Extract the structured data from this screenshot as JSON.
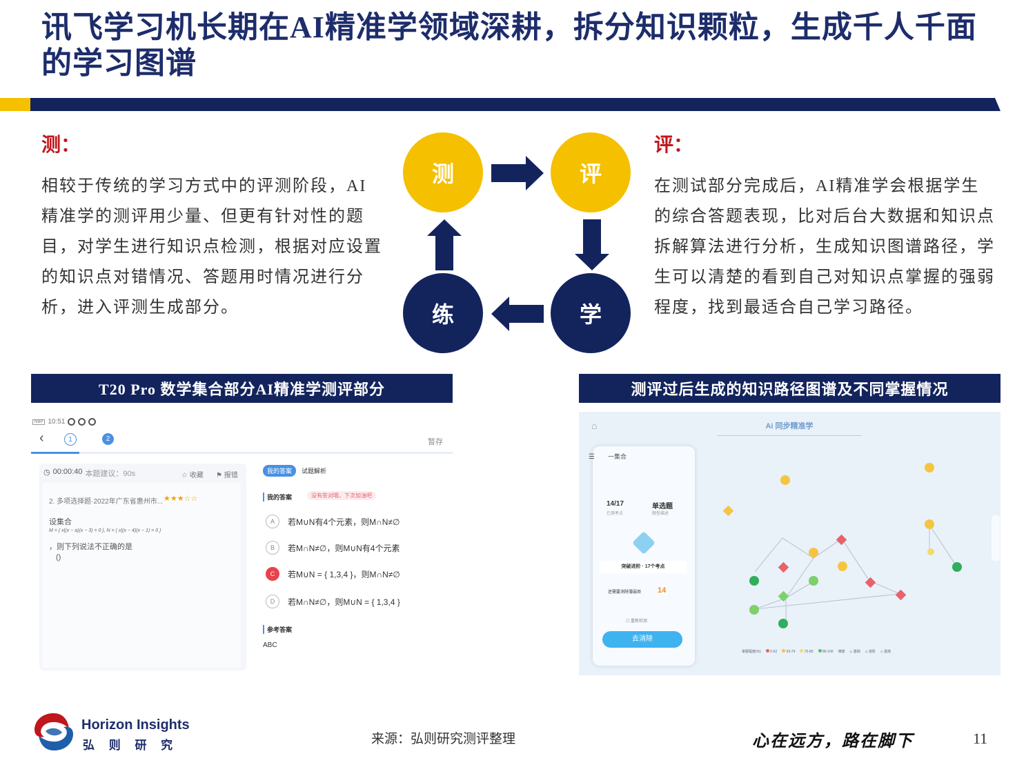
{
  "title": "讯飞学习机长期在AI精准学领域深耕，拆分知识颗粒，生成千人千面的学习图谱",
  "left": {
    "heading": "测：",
    "text": "相较于传统的学习方式中的评测阶段，AI精准学的测评用少量、但更有针对性的题目，对学生进行知识点检测，根据对应设置的知识点对错情况、答题用时情况进行分析，进入评测生成部分。"
  },
  "right": {
    "heading": "评：",
    "text": "在测试部分完成后，AI精准学会根据学生的综合答题表现，比对后台大数据和知识点拆解算法进行分析，生成知识图谱路径，学生可以清楚的看到自己对知识点掌握的强弱程度，找到最适合自己学习路径。"
  },
  "cycle": {
    "test": "测",
    "evaluate": "评",
    "learn": "学",
    "practice": "练",
    "colors": {
      "gold": "#f5c000",
      "navy": "#13245d"
    }
  },
  "left_panel": {
    "caption": "T20 Pro 数学集合部分AI精准学测评部分",
    "status_time": "10:51",
    "step1": "1",
    "step2": "2",
    "pause": "暂存",
    "timer": "00:00:40",
    "suggest": "本题建议：90s",
    "collect": "收藏",
    "report": "报错",
    "question_source": "2. 多项选择题·2022年广东省惠州市...",
    "question_intro": "设集合",
    "question_formula": "M = { x|(x − a)(x − 3) = 0 }, N = { x|(x − 4)(x − 1) = 0 }",
    "question_text": "，则下列说法不正确的是",
    "question_blank": "()",
    "tab_my_answer": "我的答案",
    "tab_analysis": "试题解析",
    "my_answer_label": "我的答案",
    "wrong_badge": "没有答对哦，下次加油吧",
    "options": [
      {
        "letter": "A",
        "text": "若M∪N有4个元素，则M∩N≠∅"
      },
      {
        "letter": "B",
        "text": "若M∩N≠∅，则M∪N有4个元素"
      },
      {
        "letter": "C",
        "text": "若M∪N = { 1,3,4 }，则M∩N≠∅"
      },
      {
        "letter": "D",
        "text": "若M∩N≠∅，则M∪N = { 1,3,4 }"
      }
    ],
    "reference_label": "参考答案",
    "reference_value": "ABC"
  },
  "right_panel": {
    "caption": "测评过后生成的知识路径图谱及不同掌握情况",
    "app_title": "Ai 同步精准学",
    "topic": "一集合",
    "progress": "14/17",
    "progress_label": "已测考点",
    "type": "单选题",
    "type_label": "题型描述",
    "breakthrough": "突破进阶 · 17个考点",
    "remaining_label": "还需要消除薄弱项",
    "remaining_value": "14",
    "checkbox_label": "重新检测",
    "go_button": "去消除",
    "legend_prefix": "掌握程度(%)",
    "legend": [
      "0-52",
      "53-79",
      "75-85",
      "86-100"
    ],
    "legend_colors": [
      "#e8626b",
      "#f5c542",
      "#f2dc6a",
      "#4fc15f"
    ],
    "legend_tail": [
      "难度",
      "基础",
      "进阶",
      "拔高"
    ]
  },
  "footer": {
    "brand_en": "Horizon Insights",
    "brand_cn": "弘 则 研 究",
    "source": "来源：弘则研究测评整理",
    "slogan": "心在远方，路在脚下",
    "page_number": "11"
  }
}
